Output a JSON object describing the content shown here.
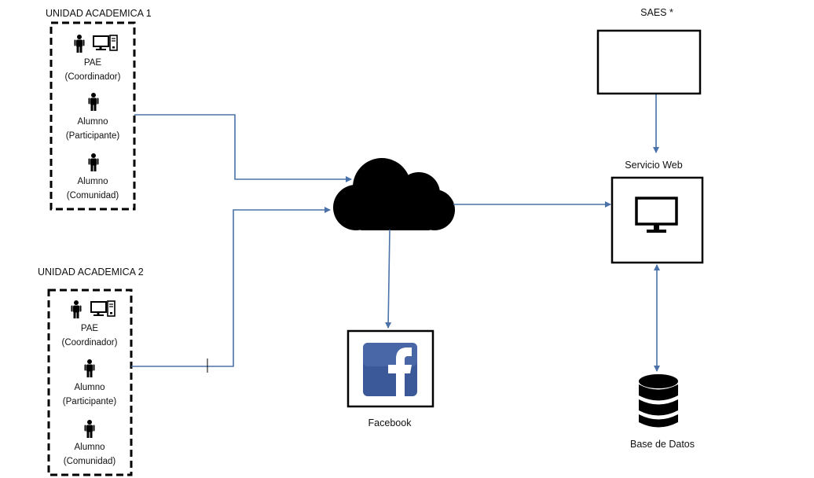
{
  "unit1": {
    "title": "UNIDAD ACADEMICA 1",
    "pae": "PAE",
    "pae_role": "(Coordinador)",
    "alumno1": "Alumno",
    "alumno1_role": "(Participante)",
    "alumno2": "Alumno",
    "alumno2_role": "(Comunidad)"
  },
  "unit2": {
    "title": "UNIDAD ACADEMICA 2",
    "pae": "PAE",
    "pae_role": "(Coordinador)",
    "alumno1": "Alumno",
    "alumno1_role": "(Participante)",
    "alumno2": "Alumno",
    "alumno2_role": "(Comunidad)"
  },
  "saes": {
    "label": "SAES *"
  },
  "web_service": {
    "label": "Servicio Web"
  },
  "facebook": {
    "label": "Facebook"
  },
  "database": {
    "label": "Base de Datos"
  },
  "colors": {
    "arrow": "#4a72a8",
    "facebook_blue": "#3b5998",
    "black": "#000000"
  },
  "icons": [
    "person-icon",
    "computer-icon",
    "cloud-icon",
    "facebook-icon",
    "monitor-icon",
    "database-icon"
  ]
}
